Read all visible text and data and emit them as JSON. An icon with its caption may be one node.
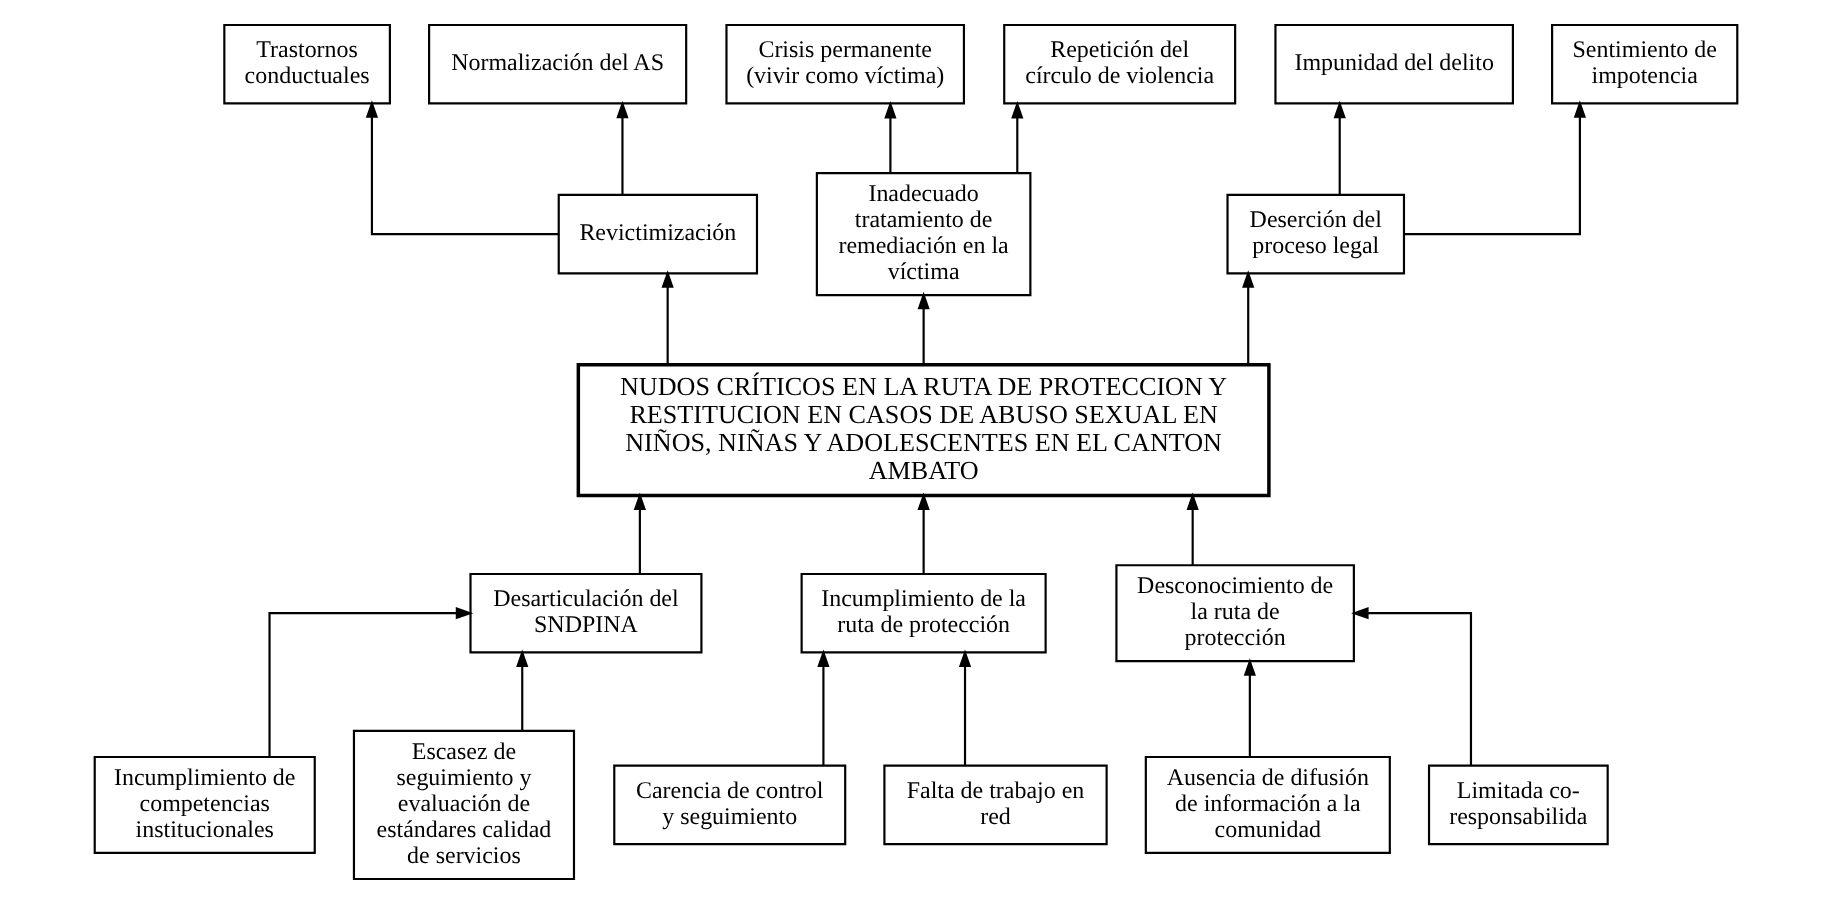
{
  "diagram": {
    "nodes": [
      {
        "text": [
          "Trastornos conductuales"
        ]
      },
      {
        "text": [
          "Normalización del AS"
        ]
      },
      {
        "text": [
          "Crisis permanente (vivir como víctima)"
        ]
      },
      {
        "text": [
          "Repetición del círculo de violencia"
        ]
      },
      {
        "text": [
          "Impunidad del delito"
        ]
      },
      {
        "text": [
          "Sentimiento de impotencia"
        ]
      },
      {
        "text": [
          "Revictimización"
        ]
      },
      {
        "text": [
          "Inadecuado tratamiento de remediación en la víctima"
        ]
      },
      {
        "text": [
          "Deserción del proceso legal"
        ]
      },
      {
        "text": [
          "NUDOS CRÍTICOS EN LA RUTA DE PROTECCION Y RESTITUCION EN CASOS DE ABUSO SEXUAL EN NIÑOS, NIÑAS Y ADOLESCENTES EN EL CANTON AMBATO"
        ]
      },
      {
        "text": [
          "Desarticulación del SNDPINA"
        ]
      },
      {
        "text": [
          "Incumplimiento de la ruta de protección"
        ]
      },
      {
        "text": [
          "Desconocimiento de la ruta de protección"
        ]
      },
      {
        "text": [
          "Incumplimiento de competencias institucionales"
        ]
      },
      {
        "text": [
          "Escasez de seguimiento y evaluación de estándares calidad de servicios"
        ]
      },
      {
        "text": [
          "Carencia de control y seguimiento"
        ]
      },
      {
        "text": [
          "Falta de trabajo en red"
        ]
      },
      {
        "text": [
          "Ausencia de difusión de información a la comunidad"
        ]
      },
      {
        "text": [
          "Limitada co-responsabilida"
        ]
      }
    ],
    "edges": [
      {
        "from": 9,
        "to": 6,
        "arrow": "to"
      },
      {
        "from": 9,
        "to": 7,
        "arrow": "to"
      },
      {
        "from": 9,
        "to": 8,
        "arrow": "to"
      },
      {
        "from": 6,
        "to": 0,
        "arrow": "to"
      },
      {
        "from": 6,
        "to": 1,
        "arrow": "to"
      },
      {
        "from": 7,
        "to": 2,
        "arrow": "to"
      },
      {
        "from": 7,
        "to": 3,
        "arrow": "to"
      },
      {
        "from": 8,
        "to": 4,
        "arrow": "to"
      },
      {
        "from": 8,
        "to": 5,
        "arrow": "to"
      },
      {
        "from": 10,
        "to": 9,
        "arrow": "to"
      },
      {
        "from": 11,
        "to": 9,
        "arrow": "to"
      },
      {
        "from": 12,
        "to": 9,
        "arrow": "to"
      },
      {
        "from": 13,
        "to": 10,
        "arrow": "to"
      },
      {
        "from": 14,
        "to": 10,
        "arrow": "to"
      },
      {
        "from": 15,
        "to": 11,
        "arrow": "to"
      },
      {
        "from": 16,
        "to": 11,
        "arrow": "to"
      },
      {
        "from": 17,
        "to": 12,
        "arrow": "to"
      },
      {
        "from": 18,
        "to": 12,
        "arrow": "to"
      }
    ]
  }
}
